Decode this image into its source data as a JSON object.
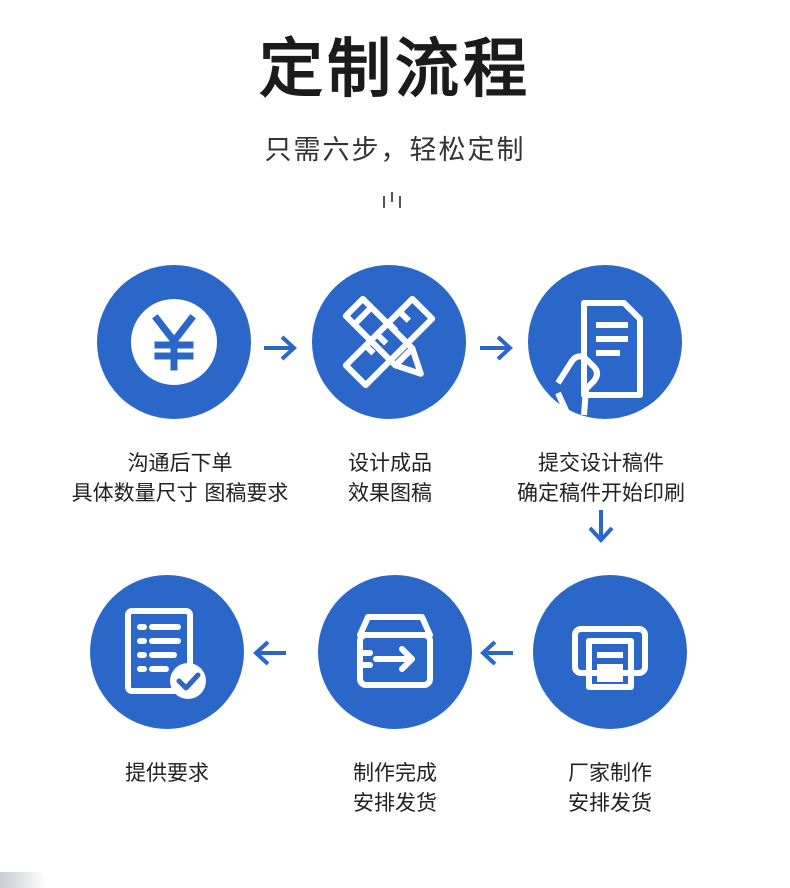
{
  "header": {
    "title": "定制流程",
    "subtitle": "只需六步，轻松定制"
  },
  "colors": {
    "accent": "#2b67c9",
    "text": "#222222"
  },
  "steps": [
    {
      "icon": "yen-coin-icon",
      "line1": "沟通后下单",
      "line2": "具体数量尺寸 图稿要求"
    },
    {
      "icon": "pencil-ruler-icon",
      "line1": "设计成品",
      "line2": "效果图稿"
    },
    {
      "icon": "hand-document-icon",
      "line1": "提交设计稿件",
      "line2": "确定稿件开始印刷"
    },
    {
      "icon": "printer-icon",
      "line1": "厂家制作",
      "line2": "安排发货"
    },
    {
      "icon": "box-shipping-icon",
      "line1": "制作完成",
      "line2": "安排发货"
    },
    {
      "icon": "checklist-icon",
      "line1": "提供要求",
      "line2": ""
    }
  ]
}
